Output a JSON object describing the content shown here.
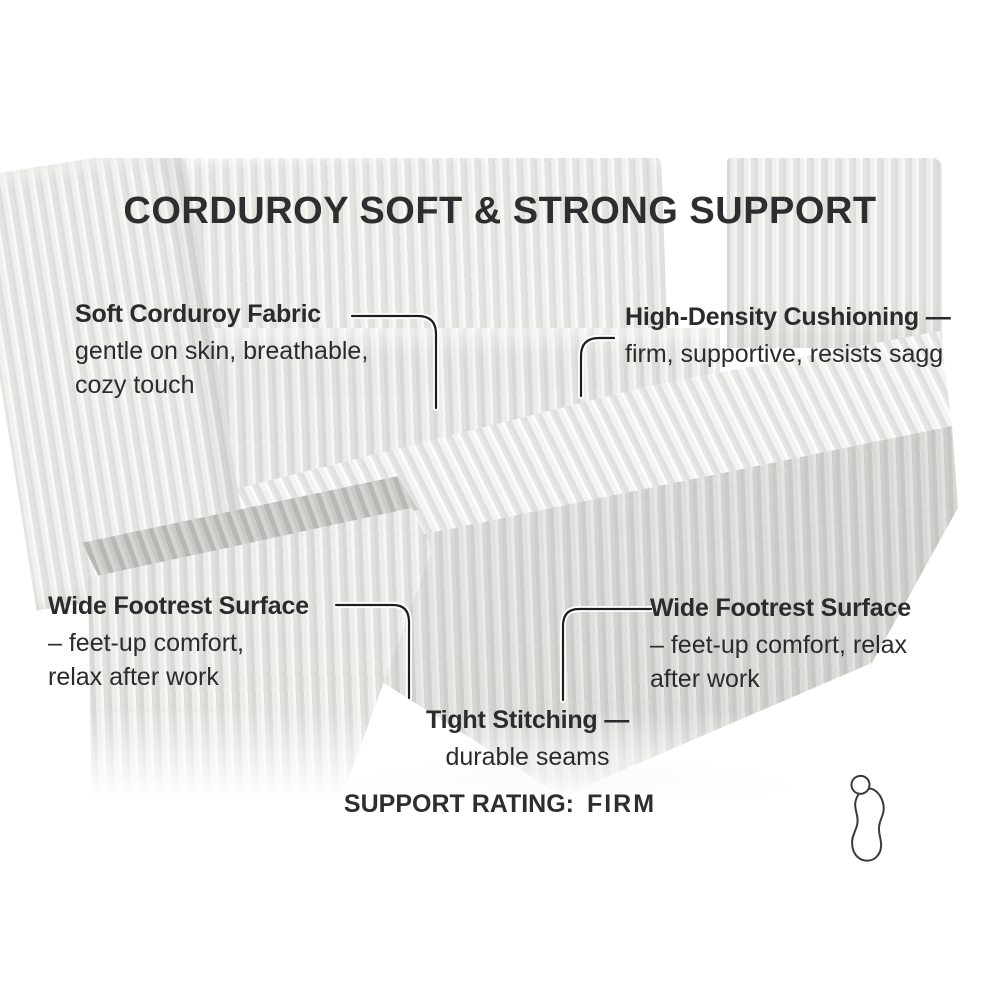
{
  "title": "CORDUROY SOFT & STRONG SUPPORT",
  "callouts": {
    "fabric": {
      "heading": "Soft Corduroy Fabric",
      "body": "gentle on skin, breathable,\ncozy touch"
    },
    "cushioning": {
      "heading": "High-Density Cushioning —",
      "body": "firm, supportive, resists sagg"
    },
    "footrest_left": {
      "heading": "Wide Footrest Surface",
      "body": "– feet-up comfort,\nrelax after work"
    },
    "footrest_right": {
      "heading": "Wide Footrest Surface",
      "body": "– feet-up comfort, relax\nafter work"
    },
    "stitching": {
      "heading": "Tight Stitching —",
      "body": "durable seams"
    }
  },
  "support_rating": {
    "label": "SUPPORT RATING:",
    "value": "FIRM"
  },
  "icons": {
    "foot": "foot-outline-icon"
  },
  "colors": {
    "text": "#2b2b2d",
    "photo_background": "#ffffff",
    "fabric_light": "#f8f8f6",
    "fabric_dark": "#d8d8d5"
  }
}
